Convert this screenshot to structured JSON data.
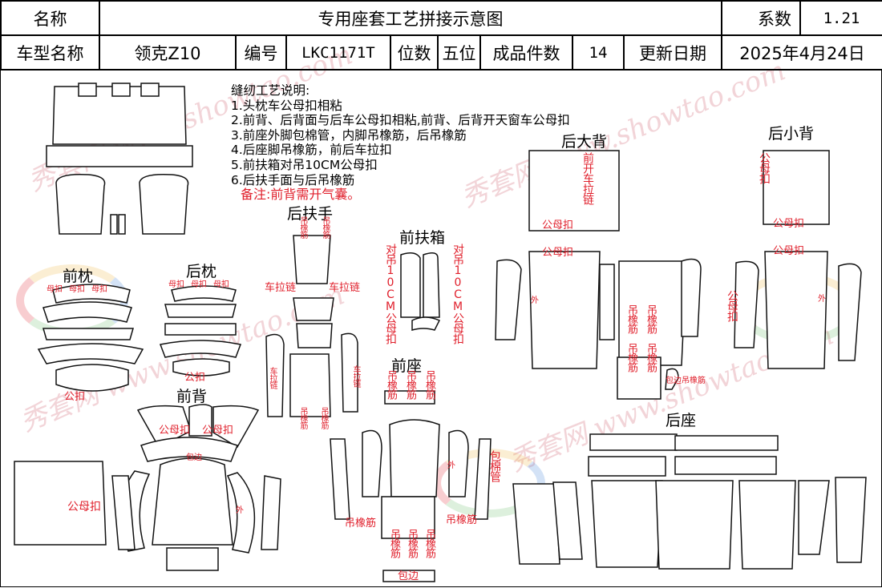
{
  "header": {
    "name_label": "名称",
    "diagram_title": "专用座套工艺拼接示意图",
    "coef_label": "系数",
    "coef_value": "1.21",
    "model_label": "车型名称",
    "model_value": "领克Z10",
    "code_label": "编号",
    "code_value": "LKC1171T",
    "seats_label": "位数",
    "seats_value": "五位",
    "pieces_label": "成品件数",
    "pieces_value": "14",
    "date_label": "更新日期",
    "date_value": "2025年4月24日"
  },
  "notes": {
    "heading": "缝纫工艺说明:",
    "items": [
      "1.头枕车公母扣相粘",
      "2.前背、后背面与后车公母扣相粘,前背、后背开天窗车公母扣",
      "3.前座外脚包棉管，内脚吊橡筋，后吊橡筋",
      "4.后座脚吊橡筋，前后车拉扣",
      "5.前扶箱对吊10CM公母扣",
      "6.后扶手面与后吊橡筋"
    ],
    "remark": "备注:前背需开气囊。"
  },
  "sections": {
    "front_headrest": "前枕",
    "rear_headrest": "后枕",
    "front_back": "前背",
    "rear_armrest": "后扶手",
    "front_console": "前扶箱",
    "front_seat": "前座",
    "rear_big_back": "后大背",
    "rear_small_back": "后小背",
    "rear_seat": "后座"
  },
  "annotations": {
    "male_female_button": "公母扣",
    "female_button": "母扣",
    "male_button": "公扣",
    "hang_elastic": "吊橡筋",
    "car_zipper": "车拉链",
    "hang_10cm": "对吊10CM公母扣",
    "outer": "外",
    "edge_binding": "包边",
    "cotton_tube": "包棉管",
    "edge_hang_elastic": "包边吊橡筋",
    "front_zipper": "前开车拉链",
    "male_female_button_multi": "公母扣公",
    "back_to_clip": "包边",
    "male_button_short": "公",
    "fold_button": "包边"
  },
  "watermark": {
    "site": "www.showtao.com",
    "brand": "秀套网",
    "colors": [
      "#e0202c",
      "#f0b43c",
      "#3b7fd8",
      "#69c06a"
    ]
  }
}
